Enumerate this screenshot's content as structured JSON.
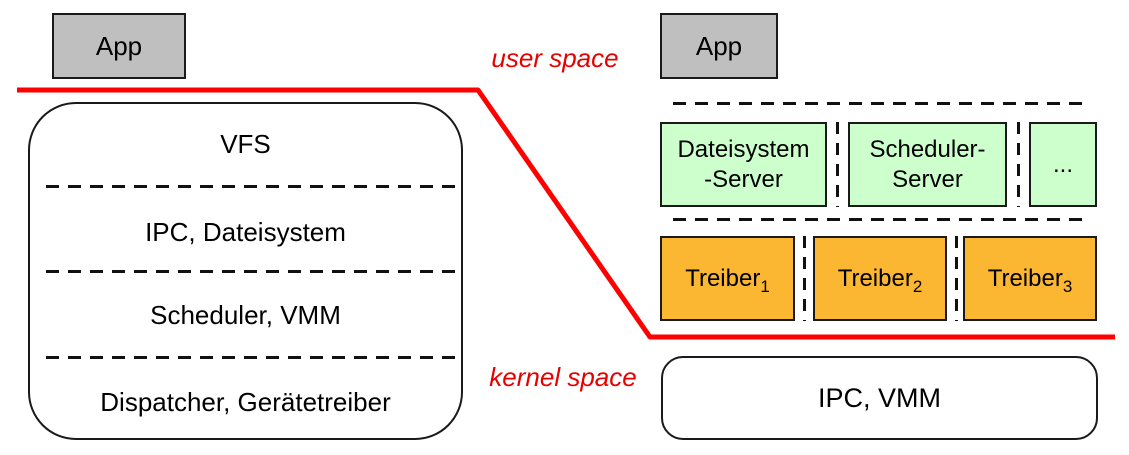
{
  "labels": {
    "user_space": "user space",
    "kernel_space": "kernel space"
  },
  "left": {
    "app_label": "App",
    "layers": [
      "VFS",
      "IPC, Dateisystem",
      "Scheduler, VMM",
      "Dispatcher, Gerätetreiber"
    ]
  },
  "right": {
    "app_label": "App",
    "servers": [
      {
        "label": "Dateisystem\n-Server"
      },
      {
        "label": "Scheduler-\nServer"
      },
      {
        "label": "..."
      }
    ],
    "drivers": [
      {
        "base": "Treiber",
        "sub": "1"
      },
      {
        "base": "Treiber",
        "sub": "2"
      },
      {
        "base": "Treiber",
        "sub": "3"
      }
    ],
    "kernel_label": "IPC, VMM"
  },
  "colors": {
    "app_gray": "#bfbfbf",
    "server_green": "#ccffcc",
    "driver_orange": "#fbb731",
    "boundary_red": "#ff0000",
    "line_black": "#1a1a1a"
  }
}
